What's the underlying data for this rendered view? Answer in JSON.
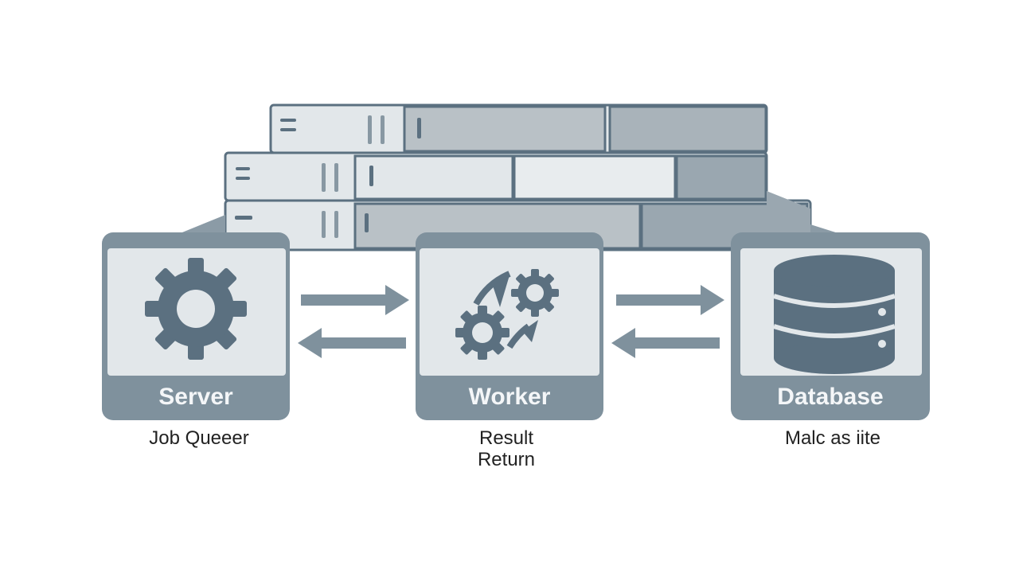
{
  "nodes": {
    "server": {
      "label": "Server",
      "caption": "Job Queeer"
    },
    "worker": {
      "label": "Worker",
      "caption_line1": "Result",
      "caption_line2": "Return"
    },
    "database": {
      "label": "Database",
      "caption": "Malc as iite"
    }
  },
  "colors": {
    "slate_dark": "#5b7080",
    "slate_mid": "#7f919d",
    "slate_light": "#a9b3ba",
    "panel_light": "#e2e7ea",
    "rack_gray": "#b9c1c6"
  },
  "icons": [
    "server-rack-icon",
    "gear-icon",
    "gears-arrows-icon",
    "database-icon",
    "arrow-right-icon",
    "arrow-left-icon"
  ]
}
